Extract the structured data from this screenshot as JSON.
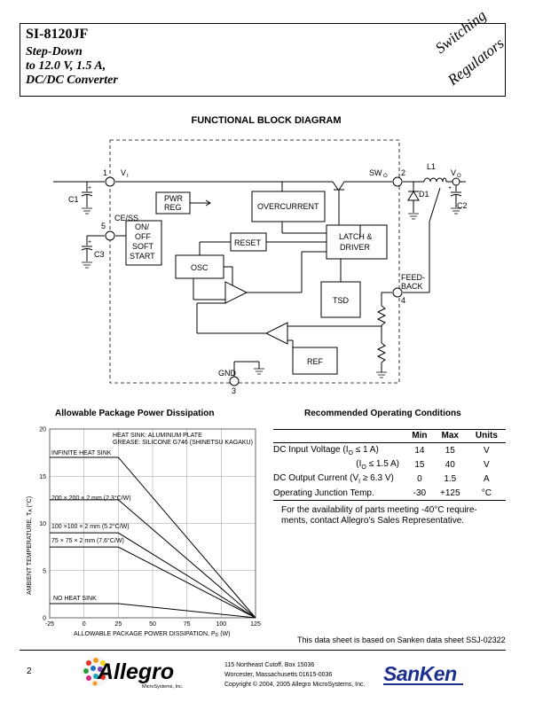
{
  "header": {
    "part_number": "SI-8120JF",
    "subtitle_1": "Step-Down",
    "subtitle_2": "to 12.0 V, 1.5 A,",
    "subtitle_3": "DC/DC Converter",
    "category_1": "Switching",
    "category_2": "Regulators"
  },
  "block_diagram": {
    "title": "FUNCTIONAL BLOCK DIAGRAM",
    "blocks": {
      "pwr_reg_1": "PWR",
      "pwr_reg_2": "REG",
      "overcurrent": "OVERCURRENT",
      "reset": "RESET",
      "latch_1": "LATCH &",
      "latch_2": "DRIVER",
      "osc": "OSC",
      "tsd": "TSD",
      "ref": "REF",
      "soft_1": "ON/",
      "soft_2": "OFF",
      "soft_3": "SOFT",
      "soft_4": "START"
    },
    "pins": {
      "pin1": "1",
      "vi": "V",
      "vi_sub": "I",
      "pin5": "5",
      "cess": "CE/SS",
      "pin2": "2",
      "swo": "SW",
      "swo_sub": "O",
      "pin4": "4",
      "feed_1": "FEED-",
      "feed_2": "BACK",
      "pin3": "3",
      "gnd": "GND"
    },
    "components": {
      "c1": "C1",
      "c2": "C2",
      "c3": "C3",
      "l1": "L1",
      "d1": "D1",
      "vo": "V",
      "vo_sub": "O"
    }
  },
  "derating_chart": {
    "title": "Allowable Package Power Dissipation",
    "note_1": "HEAT SINK: ALUMINUM PLATE",
    "note_2": "GREASE: SILICONE G746 (SHINETSU KAGAKU)",
    "ylabel": "AMBIENT TEMPERATURE, T",
    "ylabel_sub": "A",
    "ylabel_unit": " (°C)",
    "xlabel": "ALLOWABLE PACKAGE POWER DISSIPATION, P",
    "xlabel_sub": "D",
    "xlabel_unit": " (W)"
  },
  "chart_data": {
    "type": "line",
    "xlabel": "ALLOWABLE PACKAGE POWER DISSIPATION, PD (W)",
    "ylabel": "AMBIENT TEMPERATURE, TA (°C)",
    "xlim": [
      -25,
      125
    ],
    "ylim": [
      0,
      20
    ],
    "x_ticks": [
      -25,
      0,
      25,
      50,
      75,
      100,
      125
    ],
    "y_ticks": [
      0,
      5,
      10,
      15,
      20
    ],
    "grid": true,
    "series": [
      {
        "name": "INFINITE HEAT SINK",
        "x": [
          -25,
          25,
          125
        ],
        "y": [
          17,
          17,
          0
        ]
      },
      {
        "name": "200 × 200 × 2 mm (2.3°C/W)",
        "x": [
          -25,
          25,
          125
        ],
        "y": [
          12.5,
          12.5,
          0
        ]
      },
      {
        "name": "100 ×100 × 2 mm (5.2°C/W)",
        "x": [
          -25,
          25,
          125
        ],
        "y": [
          9,
          9,
          0
        ]
      },
      {
        "name": "75 × 75 × 2 mm (7.6°C/W)",
        "x": [
          -25,
          25,
          125
        ],
        "y": [
          7.5,
          7.5,
          0
        ]
      },
      {
        "name": "NO HEAT SINK",
        "x": [
          -25,
          25,
          125
        ],
        "y": [
          1.5,
          1.5,
          0
        ]
      }
    ]
  },
  "conditions": {
    "title": "Recommended Operating Conditions",
    "headers": [
      "",
      "Min",
      "Max",
      "Units"
    ],
    "rows": [
      {
        "param": "DC Input Voltage (I",
        "sub": "O",
        "rest": " ≤ 1 A)",
        "min": "14",
        "max": "15",
        "unit": "V"
      },
      {
        "param": "(I",
        "sub": "O",
        "rest": " ≤ 1.5 A)",
        "min": "15",
        "max": "40",
        "unit": "V"
      },
      {
        "param": "DC Output Current (V",
        "sub": "I",
        "rest": " ≥ 6.3 V)",
        "min": "0",
        "max": "1.5",
        "unit": "A"
      },
      {
        "param": "Operating Junction Temp.",
        "sub": "",
        "rest": "",
        "min": "-30",
        "max": "+125",
        "unit": "°C"
      }
    ],
    "note_1": "For the availability of parts meeting -40°C require-",
    "note_2": "ments, contact Allegro’s Sales Representative."
  },
  "footer": {
    "basis": "This data sheet  is based on  Sanken data sheet SSJ-02322",
    "page": "2",
    "allegro_logo": "Allegro",
    "allegro_tagline": "MicroSystems, Inc.",
    "address_1": "115 Northeast Cutoff, Box 15036",
    "address_2": "Worcester, Massachusetts 01615-0036",
    "copyright": "Copyright © 2004, 2005 Allegro MicroSystems, Inc.",
    "sanken_logo": "SanKen"
  }
}
